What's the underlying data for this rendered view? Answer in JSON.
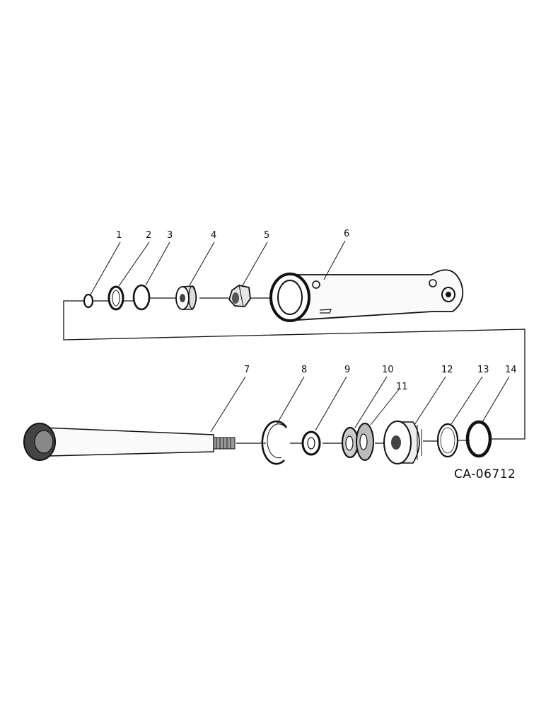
{
  "diagram": {
    "figure_code": "CA-06712",
    "callouts": [
      {
        "id": "1",
        "label": "1"
      },
      {
        "id": "2",
        "label": "2"
      },
      {
        "id": "3",
        "label": "3"
      },
      {
        "id": "4",
        "label": "4"
      },
      {
        "id": "5",
        "label": "5"
      },
      {
        "id": "6",
        "label": "6"
      },
      {
        "id": "7",
        "label": "7"
      },
      {
        "id": "8",
        "label": "8"
      },
      {
        "id": "9",
        "label": "9"
      },
      {
        "id": "10",
        "label": "10"
      },
      {
        "id": "11",
        "label": "11"
      },
      {
        "id": "12",
        "label": "12"
      },
      {
        "id": "13",
        "label": "13"
      },
      {
        "id": "14",
        "label": "14"
      }
    ]
  }
}
